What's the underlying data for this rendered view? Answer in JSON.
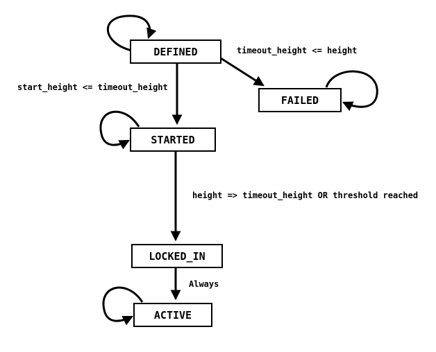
{
  "diagram": {
    "title": "state-machine",
    "states": {
      "defined": {
        "label": "DEFINED"
      },
      "failed": {
        "label": "FAILED"
      },
      "started": {
        "label": "STARTED"
      },
      "locked_in": {
        "label": "LOCKED_IN"
      },
      "active": {
        "label": "ACTIVE"
      }
    },
    "edges": {
      "defined_failed": {
        "label": "timeout_height <= height"
      },
      "defined_started": {
        "label": "start_height <= timeout_height"
      },
      "started_locked_in": {
        "label": "height => timeout_height OR threshold reached"
      },
      "locked_in_active": {
        "label": "Always"
      }
    },
    "colors": {
      "stroke": "#000000",
      "fill": "#ffffff"
    }
  }
}
